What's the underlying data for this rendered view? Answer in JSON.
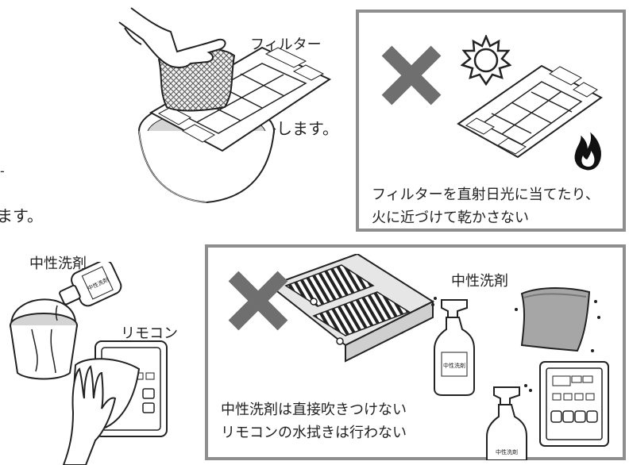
{
  "left_text": {
    "line1": "取外します。",
    "line2": "ます。"
  },
  "labels": {
    "filter": "フィルター",
    "neutral_detergent": "中性洗剤",
    "remote": "リモコン",
    "neutral_detergent_2": "中性洗剤"
  },
  "panel_top": {
    "caption_line1": "フィルターを直射日光に当てたり、",
    "caption_line2": "火に近づけて乾かさない"
  },
  "panel_bottom": {
    "caption_line1": "中性洗剤は直接吹きつけない",
    "caption_line2": "リモコンの水拭きは行わない"
  },
  "colors": {
    "panel_border": "#8e8e8e",
    "x_mark": "#6f6f6f",
    "water": "#d4d4d4",
    "ink": "#222222"
  },
  "icons": {
    "prohibit": "x-mark-icon",
    "sun": "sun-icon",
    "fire": "fire-icon"
  }
}
